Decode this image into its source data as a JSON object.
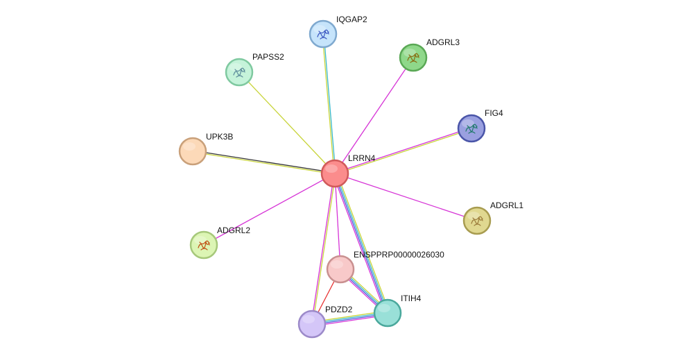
{
  "nodes": [
    {
      "id": "LRRN4",
      "label": "LRRN4",
      "fill": "#fb8c8c",
      "stroke": "#d05a5a",
      "structure": false
    },
    {
      "id": "IQGAP2",
      "label": "IQGAP2",
      "fill": "#c6e4fb",
      "stroke": "#7fa9cf",
      "structure": true,
      "glyph": "#3a55c0"
    },
    {
      "id": "ADGRL3",
      "label": "ADGRL3",
      "fill": "#8fd88a",
      "stroke": "#5aa855",
      "structure": true,
      "glyph": "#8a6a10"
    },
    {
      "id": "PAPSS2",
      "label": "PAPSS2",
      "fill": "#c5f3da",
      "stroke": "#7fc9a0",
      "structure": true,
      "glyph": "#5a8a9a"
    },
    {
      "id": "FIG4",
      "label": "FIG4",
      "fill": "#9aa0e0",
      "stroke": "#4a55a8",
      "structure": true,
      "glyph": "#1f7a6a"
    },
    {
      "id": "UPK3B",
      "label": "UPK3B",
      "fill": "#fcd9b8",
      "stroke": "#c9a07a",
      "structure": false
    },
    {
      "id": "ADGRL1",
      "label": "ADGRL1",
      "fill": "#e0d890",
      "stroke": "#a89c50",
      "structure": true,
      "glyph": "#9a7a3a"
    },
    {
      "id": "ADGRL2",
      "label": "ADGRL2",
      "fill": "#dcf5b4",
      "stroke": "#a6c87a",
      "structure": true,
      "glyph": "#c04a10"
    },
    {
      "id": "ENSPPRP00000026030",
      "label": "ENSPPRP00000026030",
      "fill": "#f8c9c9",
      "stroke": "#c99090",
      "structure": false
    },
    {
      "id": "ITIH4",
      "label": "ITIH4",
      "fill": "#99e0d8",
      "stroke": "#4aa89c",
      "structure": false
    },
    {
      "id": "PDZD2",
      "label": "PDZD2",
      "fill": "#d4c6f8",
      "stroke": "#9c8ac9",
      "structure": false
    }
  ],
  "edges": [
    {
      "source": "LRRN4",
      "target": "IQGAP2",
      "colors": [
        "#c8d43a",
        "#38b8c8"
      ]
    },
    {
      "source": "LRRN4",
      "target": "ADGRL3",
      "colors": [
        "#d633d6"
      ]
    },
    {
      "source": "LRRN4",
      "target": "PAPSS2",
      "colors": [
        "#c8d43a"
      ]
    },
    {
      "source": "LRRN4",
      "target": "FIG4",
      "colors": [
        "#d633d6",
        "#c8d43a"
      ]
    },
    {
      "source": "LRRN4",
      "target": "UPK3B",
      "colors": [
        "#c8d43a",
        "#333333"
      ]
    },
    {
      "source": "LRRN4",
      "target": "ADGRL1",
      "colors": [
        "#d633d6"
      ]
    },
    {
      "source": "LRRN4",
      "target": "ADGRL2",
      "colors": [
        "#d633d6"
      ]
    },
    {
      "source": "LRRN4",
      "target": "ENSPPRP00000026030",
      "colors": [
        "#d633d6"
      ]
    },
    {
      "source": "LRRN4",
      "target": "ITIH4",
      "colors": [
        "#c8d43a",
        "#38b8c8",
        "#4a55d8",
        "#d633d6"
      ]
    },
    {
      "source": "LRRN4",
      "target": "PDZD2",
      "colors": [
        "#c8d43a",
        "#d633d6"
      ]
    },
    {
      "source": "ENSPPRP00000026030",
      "target": "ITIH4",
      "colors": [
        "#c8d43a",
        "#38b8c8",
        "#4a55d8",
        "#d633d6"
      ]
    },
    {
      "source": "ENSPPRP00000026030",
      "target": "PDZD2",
      "colors": [
        "#e83030"
      ]
    },
    {
      "source": "PDZD2",
      "target": "ITIH4",
      "colors": [
        "#c8d43a",
        "#38b8c8",
        "#4a55d8",
        "#d633d6"
      ]
    }
  ]
}
